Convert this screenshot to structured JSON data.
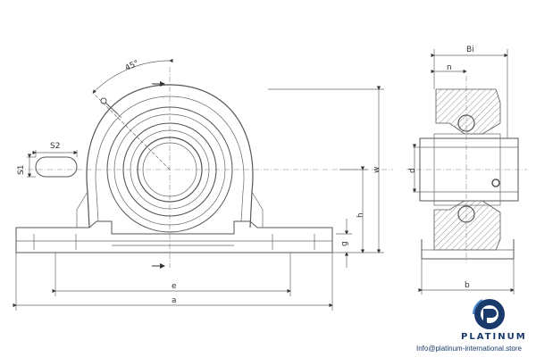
{
  "dimensions": {
    "angle": "45°",
    "s1": "S1",
    "s2": "S2",
    "h": "h",
    "g": "g",
    "w": "w",
    "e": "e",
    "a": "a",
    "n": "n",
    "bi": "Bi",
    "d": "d",
    "b": "b"
  },
  "brand": {
    "name": "PLATINUM",
    "email": "Info@platinum-international.store"
  },
  "colors": {
    "brand": "#1a3a6b",
    "line": "#555555"
  }
}
